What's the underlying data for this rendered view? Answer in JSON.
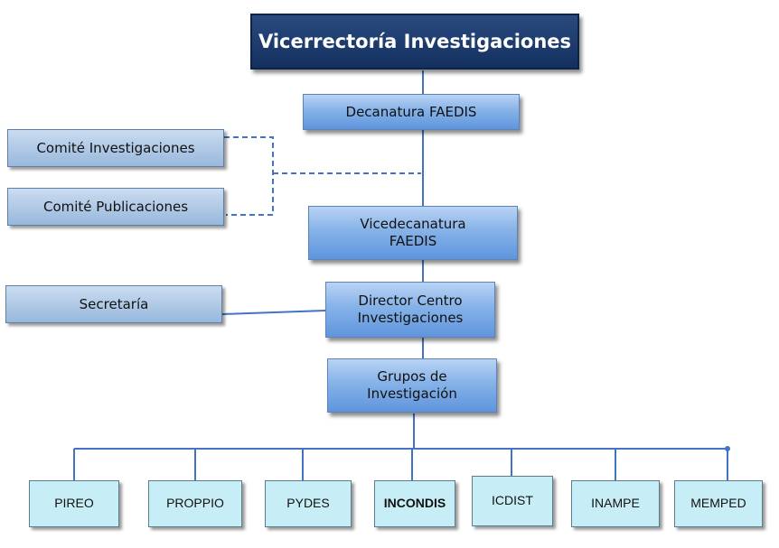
{
  "nodes": {
    "vicerrectoria": "Vicerrectoría Investigaciones",
    "decanatura": "Decanatura FAEDIS",
    "comite_investigaciones": "Comité  Investigaciones",
    "comite_publicaciones": "Comité  Publicaciones",
    "vicedecanatura": "Vicedecanatura FAEDIS",
    "secretaria": "Secretaría",
    "director": "Director  Centro Investigaciones",
    "grupos": "Grupos de Investigación"
  },
  "groups": [
    "PIREO",
    "PROPPIO",
    "PYDES",
    "INCONDIS",
    "ICDIST",
    "INAMPE",
    "MEMPED"
  ],
  "colors": {
    "top_fill": "#1f3c6e",
    "node_fill": "#7aa8e6",
    "side_fill": "#b0c8e6",
    "leaf_fill": "#c7eef6",
    "line": "#4472c4"
  }
}
